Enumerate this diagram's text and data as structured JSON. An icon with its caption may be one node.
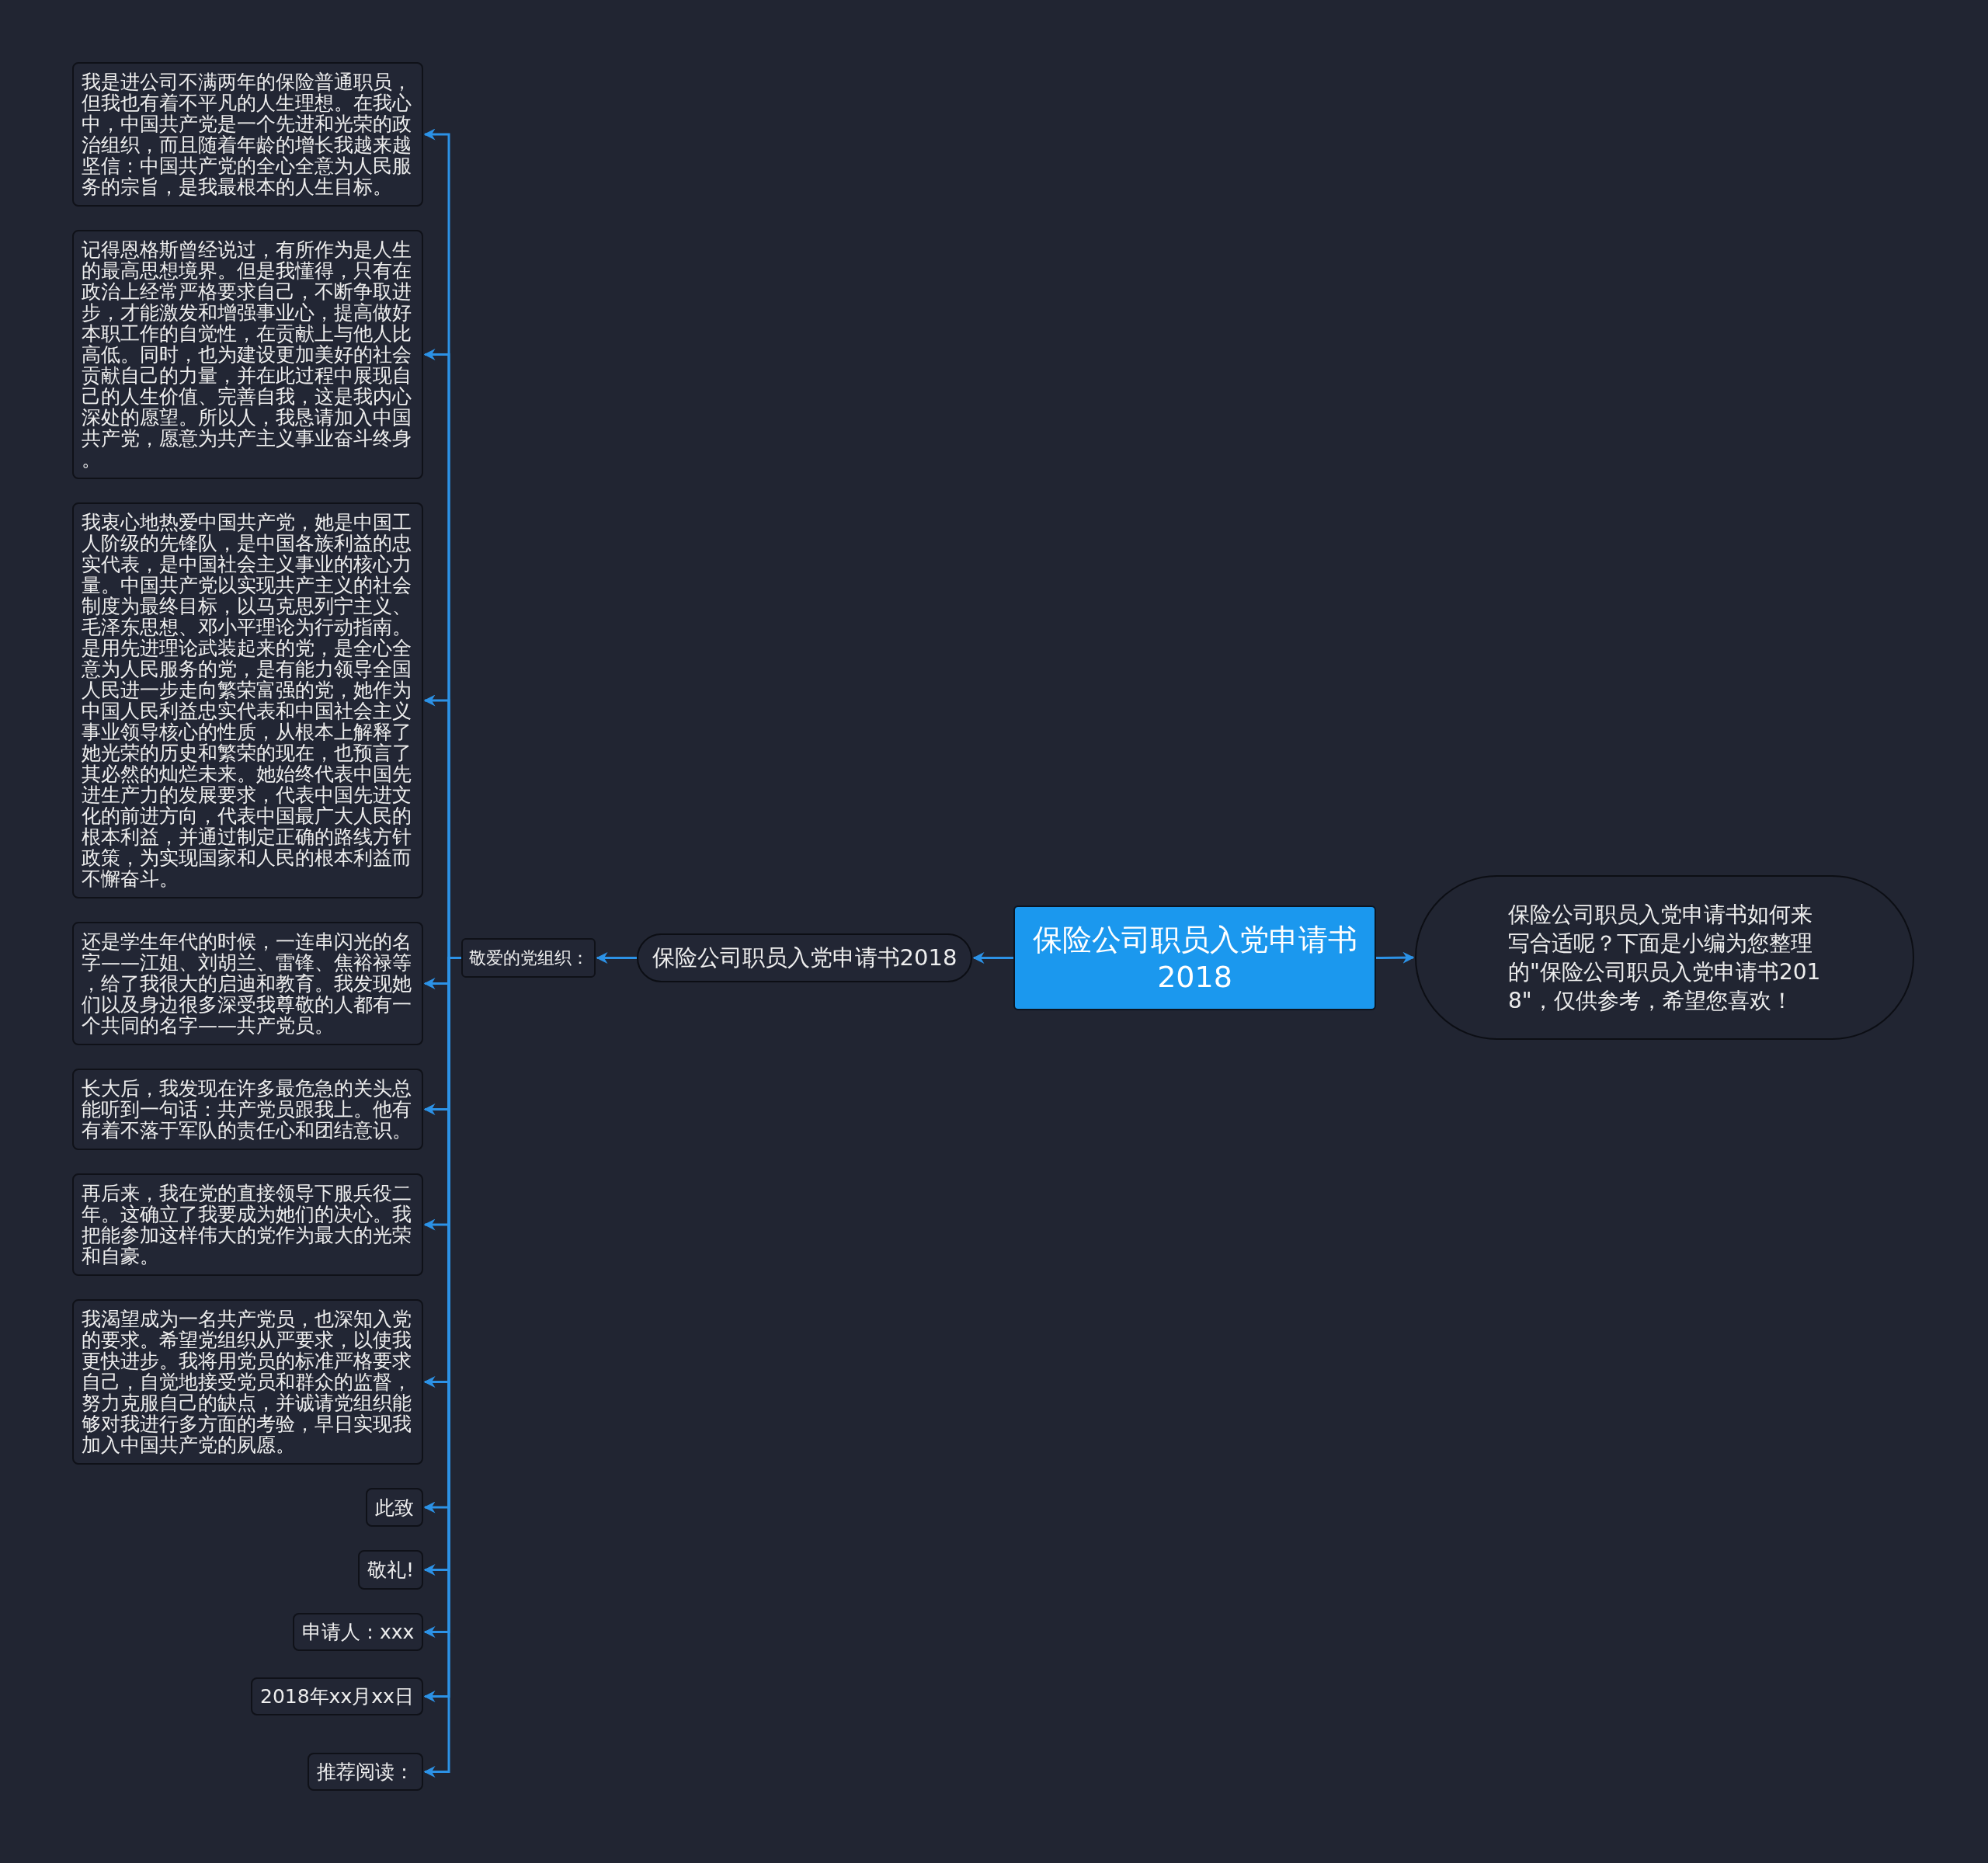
{
  "diagram": {
    "nodes": [
      {
        "text": [
          "保险公司职员入党申请书2018"
        ]
      },
      {
        "text": [
          "保险公司职员入党申请书如何来写合适呢？下面是小编为您整理的\"保险公司职员入党申请书2018\"，仅供参考，希望您喜欢！"
        ]
      },
      {
        "text": [
          "保险公司职员入党申请书2018"
        ]
      },
      {
        "text": [
          "敬爱的党组织："
        ]
      },
      {
        "text": [
          "我是进公司不满两年的保险普通职员，但我也有着不平凡的人生理想。在我心中，中国共产党是一个先进和光荣的政治组织，而且随着年龄的增长我越来越坚信：中国共产党的全心全意为人民服务的宗旨，是我最根本的人生目标。"
        ]
      },
      {
        "text": [
          "记得恩格斯曾经说过，有所作为是人生的最高思想境界。但是我懂得，只有在政治上经常严格要求自己，不断争取进步，才能激发和增强事业心，提高做好本职工作的自觉性，在贡献上与他人比高低。同时，也为建设更加美好的社会贡献自己的力量，并在此过程中展现自己的人生价值、完善自我，这是我内心深处的愿望。所以人，我恳请加入中国共产党，愿意为共产主义事业奋斗终身。"
        ]
      },
      {
        "text": [
          "我衷心地热爱中国共产党，她是中国工人阶级的先锋队，是中国各族利益的忠实代表，是中国社会主义事业的核心力量。中国共产党以实现共产主义的社会制度为最终目标，以马克思列宁主义、毛泽东思想、邓小平理论为行动指南。是用先进理论武装起来的党，是全心全意为人民服务的党，是有能力领导全国人民进一步走向繁荣富强的党，她作为中国人民利益忠实代表和中国社会主义事业领导核心的性质，从根本上解释了她光荣的历史和繁荣的现在，也预言了其必然的灿烂未来。她始终代表中国先进生产力的发展要求，代表中国先进文化的前进方向，代表中国最广大人民的根本利益，并通过制定正确的路线方针政策，为实现国家和人民的根本利益而不懈奋斗。"
        ]
      },
      {
        "text": [
          "还是学生年代的时候，一连串闪光的名字——江姐、刘胡兰、雷锋、焦裕禄等，给了我很大的启迪和教育。我发现她们以及身边很多深受我尊敬的人都有一个共同的名字——共产党员。"
        ]
      },
      {
        "text": [
          "长大后，我发现在许多最危急的关头总能听到一句话：共产党员跟我上。他有有着不落于军队的责任心和团结意识。"
        ]
      },
      {
        "text": [
          "再后来，我在党的直接领导下服兵役二年。这确立了我要成为她们的决心。我把能参加这样伟大的党作为最大的光荣和自豪。"
        ]
      },
      {
        "text": [
          "我渴望成为一名共产党员，也深知入党的要求。希望党组织从严要求，以使我更快进步。我将用党员的标准严格要求自己，自觉地接受党员和群众的监督，努力克服自己的缺点，并诚请党组织能够对我进行多方面的考验，早日实现我加入中国共产党的夙愿。"
        ]
      },
      {
        "text": [
          "此致"
        ]
      },
      {
        "text": [
          "敬礼!"
        ]
      },
      {
        "text": [
          "申请人：xxx"
        ]
      },
      {
        "text": [
          "2018年xx月xx日"
        ]
      },
      {
        "text": [
          "推荐阅读："
        ]
      }
    ],
    "edges": [
      {
        "from": 0,
        "to": 1,
        "arrow": "to"
      },
      {
        "from": 0,
        "to": 2,
        "arrow": "to"
      },
      {
        "from": 2,
        "to": 3,
        "arrow": "to"
      },
      {
        "from": 3,
        "to": 4,
        "arrow": "to"
      },
      {
        "from": 3,
        "to": 5,
        "arrow": "to"
      },
      {
        "from": 3,
        "to": 6,
        "arrow": "to"
      },
      {
        "from": 3,
        "to": 7,
        "arrow": "to"
      },
      {
        "from": 3,
        "to": 8,
        "arrow": "to"
      },
      {
        "from": 3,
        "to": 9,
        "arrow": "to"
      },
      {
        "from": 3,
        "to": 10,
        "arrow": "to"
      },
      {
        "from": 3,
        "to": 11,
        "arrow": "to"
      },
      {
        "from": 3,
        "to": 12,
        "arrow": "to"
      },
      {
        "from": 3,
        "to": 13,
        "arrow": "to"
      },
      {
        "from": 3,
        "to": 14,
        "arrow": "to"
      },
      {
        "from": 3,
        "to": 15,
        "arrow": "to"
      }
    ]
  }
}
